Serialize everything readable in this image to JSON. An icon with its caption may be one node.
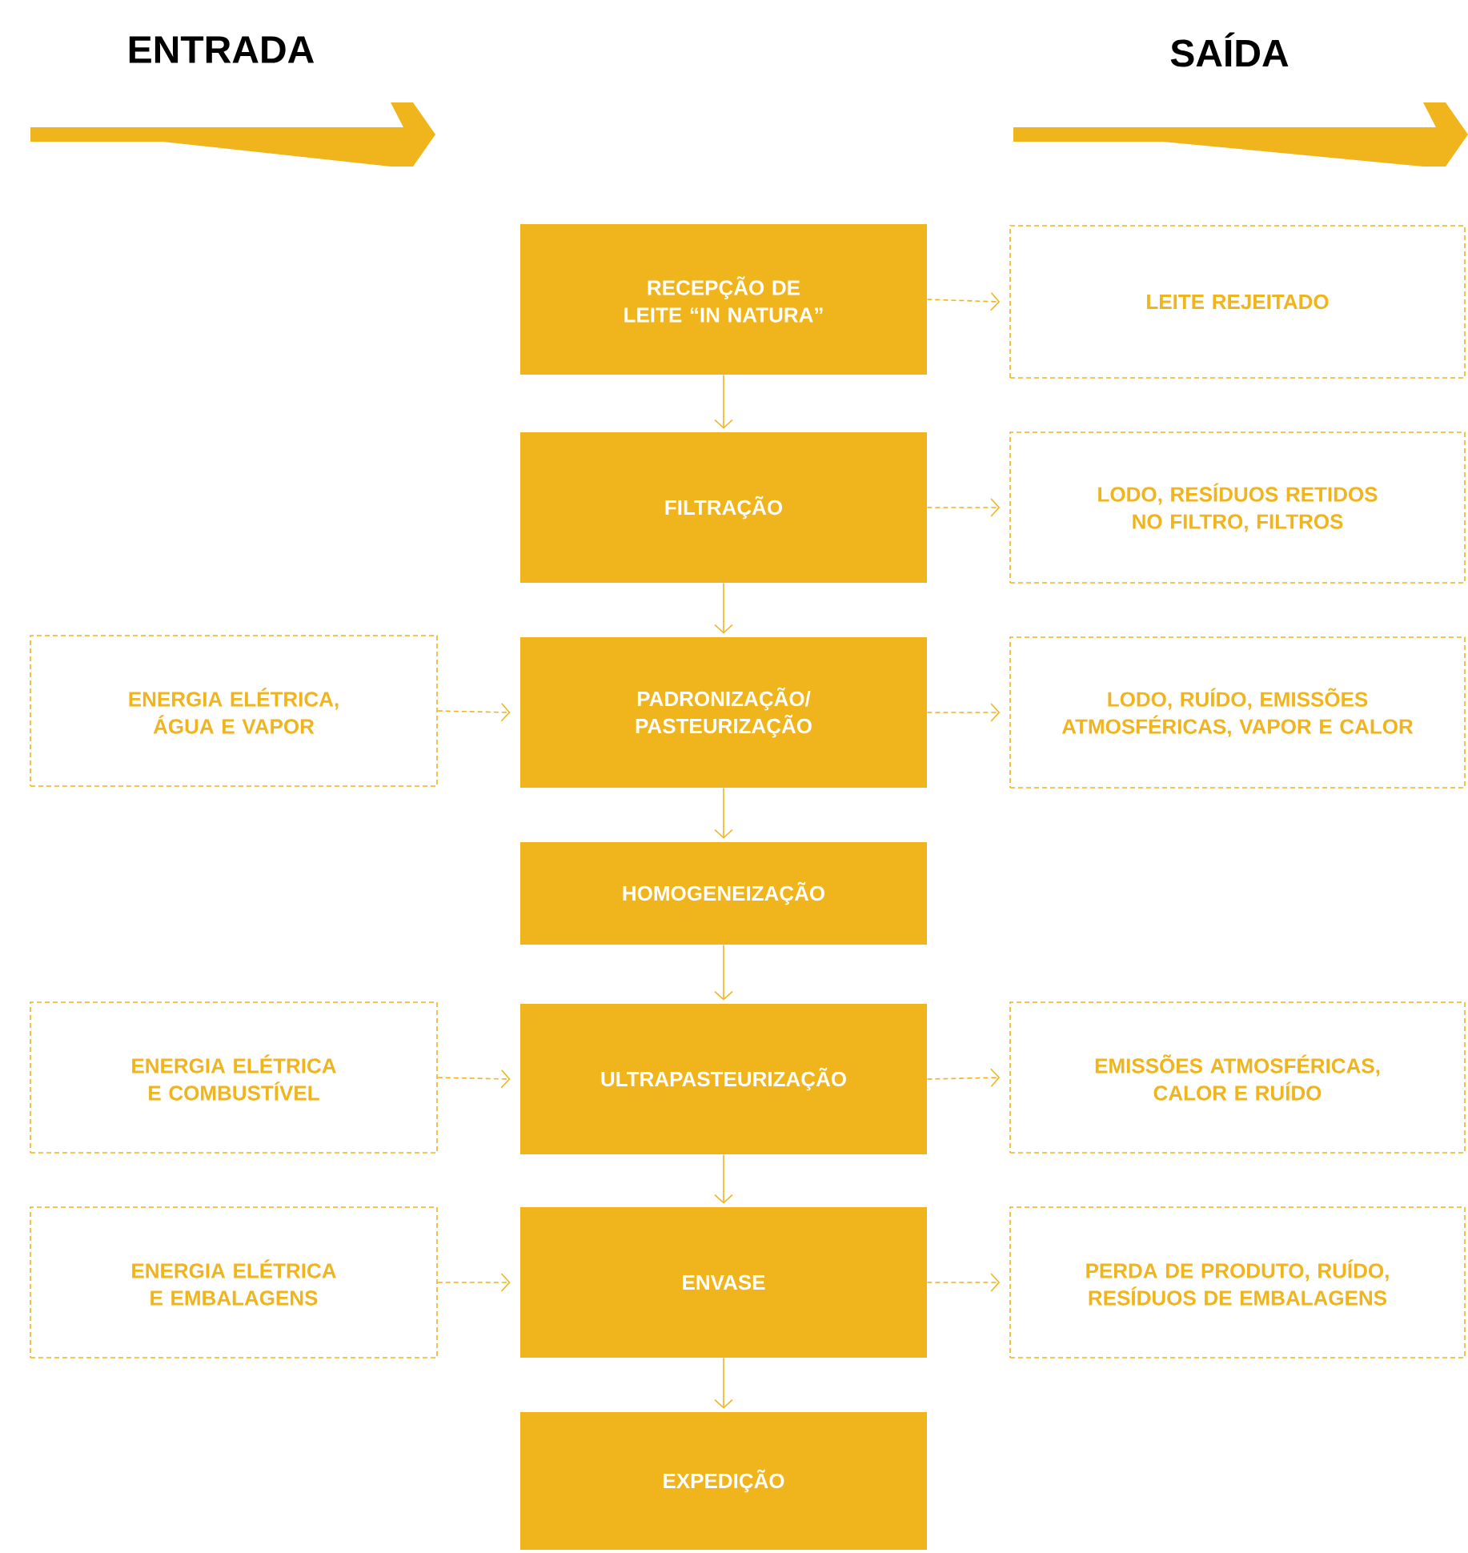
{
  "diagram": {
    "nodes": [
      {
        "text": [
          "RECEPÇÃO DE LEITE “IN NATURA”"
        ]
      },
      {
        "text": [
          "LEITE REJEITADO"
        ]
      },
      {
        "text": [
          "FILTRAÇÃO"
        ]
      },
      {
        "text": [
          "LODO, RESÍDUOS RETIDOS NO FILTRO, FILTROS"
        ]
      },
      {
        "text": [
          "ENERGIA ELÉTRICA, ÁGUA E VAPOR"
        ]
      },
      {
        "text": [
          "PADRONIZAÇÃO/ PASTEURIZAÇÃO"
        ]
      },
      {
        "text": [
          "LODO, RUÍDO, EMISSÕES ATMOSFÉRICAS, VAPOR E CALOR"
        ]
      },
      {
        "text": [
          "HOMOGENEIZAÇÃO"
        ]
      },
      {
        "text": [
          "ENERGIA ELÉTRICA E COMBUSTÍVEL"
        ]
      },
      {
        "text": [
          "ULTRAPASTEURIZAÇÃO"
        ]
      },
      {
        "text": [
          "EMISSÕES ATMOSFÉRICAS, CALOR E RUÍDO"
        ]
      },
      {
        "text": [
          "ENERGIA ELÉTRICA E EMBALAGENS"
        ]
      },
      {
        "text": [
          "ENVASE"
        ]
      },
      {
        "text": [
          "PERDA DE PRODUTO, RUÍDO, RESÍDUOS DE EMBALAGENS"
        ]
      },
      {
        "text": [
          "EXPEDIÇÃO"
        ]
      }
    ],
    "edges": [
      {
        "from": 0,
        "to": 1,
        "arrow": "to",
        "style": "dashed"
      },
      {
        "from": 0,
        "to": 2,
        "arrow": "to"
      },
      {
        "from": 2,
        "to": 3,
        "arrow": "to",
        "style": "dashed"
      },
      {
        "from": 2,
        "to": 5,
        "arrow": "to"
      },
      {
        "from": 4,
        "to": 5,
        "arrow": "to",
        "style": "dashed"
      },
      {
        "from": 5,
        "to": 6,
        "arrow": "to",
        "style": "dashed"
      },
      {
        "from": 5,
        "to": 7,
        "arrow": "to"
      },
      {
        "from": 7,
        "to": 9,
        "arrow": "to"
      },
      {
        "from": 8,
        "to": 9,
        "arrow": "to",
        "style": "dashed"
      },
      {
        "from": 9,
        "to": 10,
        "arrow": "to",
        "style": "dashed"
      },
      {
        "from": 9,
        "to": 12,
        "arrow": "to"
      },
      {
        "from": 11,
        "to": 12,
        "arrow": "to",
        "style": "dashed"
      },
      {
        "from": 12,
        "to": 13,
        "arrow": "to",
        "style": "dashed"
      },
      {
        "from": 12,
        "to": 14,
        "arrow": "to"
      }
    ],
    "labels": [
      "ENTRADA",
      "SAÍDA"
    ]
  }
}
